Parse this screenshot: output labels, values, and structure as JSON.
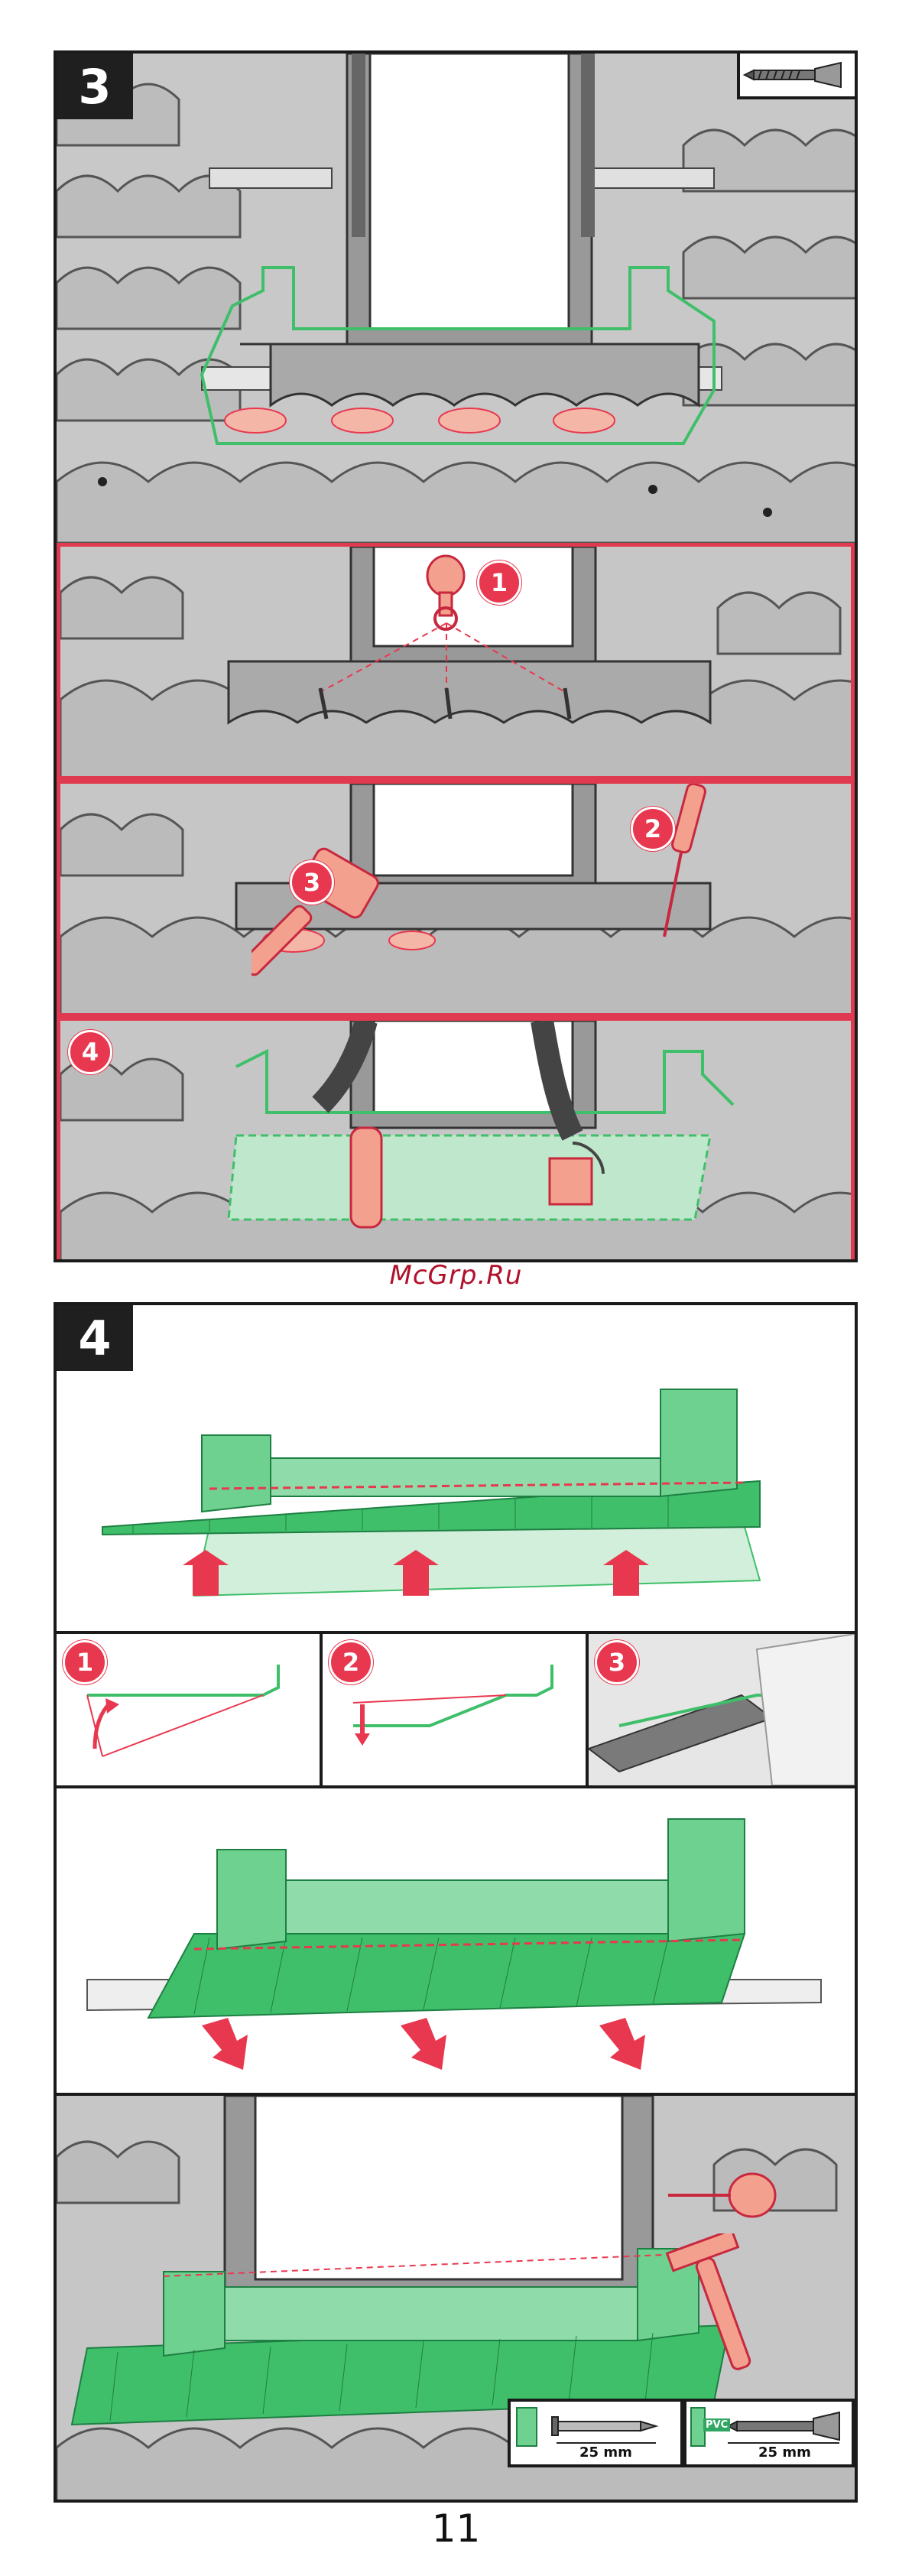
{
  "step3": {
    "step_number": "3",
    "sub_steps": [
      "1",
      "2",
      "3",
      "4"
    ],
    "icons": [
      "screw-icon",
      "mallet-icon",
      "hammer-icon",
      "screwdriver-icon",
      "brush-icon",
      "glove-icon"
    ]
  },
  "step4": {
    "step_number": "4",
    "sub_steps": [
      "1",
      "2",
      "3"
    ],
    "pvc_label": "PVC",
    "nail_length": "25 mm",
    "screw_length": "25 mm"
  },
  "watermark": "McGrp.Ru",
  "page_number": "11",
  "colors": {
    "accent_red": "#e8384f",
    "flashing_green": "#3fbf6a",
    "roof_grey": "#b9b9b9",
    "frame_black": "#1a1a1a"
  }
}
